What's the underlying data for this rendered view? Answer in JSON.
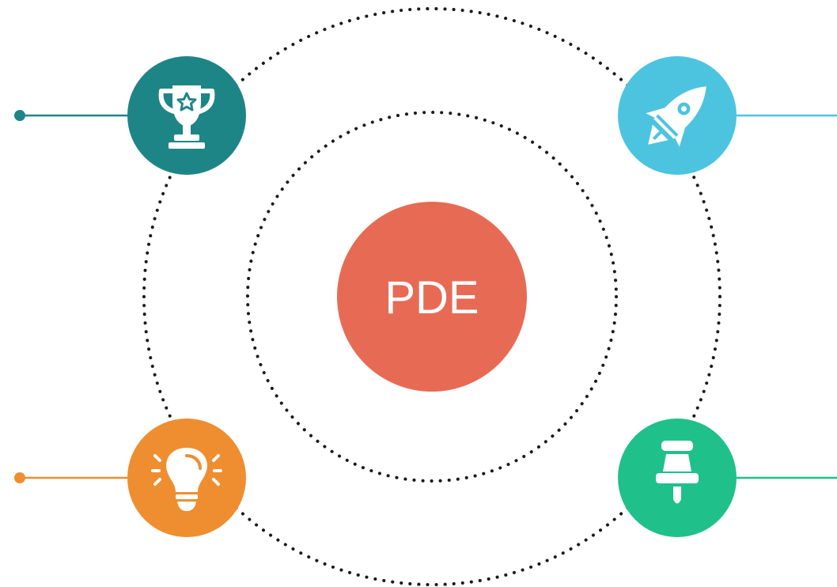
{
  "center": {
    "label": "PDE",
    "color": "#E76B54"
  },
  "orbit_style": {
    "dot_color": "#1a1a1a"
  },
  "nodes": [
    {
      "id": "top-left",
      "icon": "trophy-icon",
      "color": "#1E8587"
    },
    {
      "id": "top-right",
      "icon": "rocket-icon",
      "color": "#4CC4DF"
    },
    {
      "id": "bottom-left",
      "icon": "lightbulb-icon",
      "color": "#EE8E30"
    },
    {
      "id": "bottom-right",
      "icon": "pushpin-icon",
      "color": "#20C08B"
    }
  ]
}
